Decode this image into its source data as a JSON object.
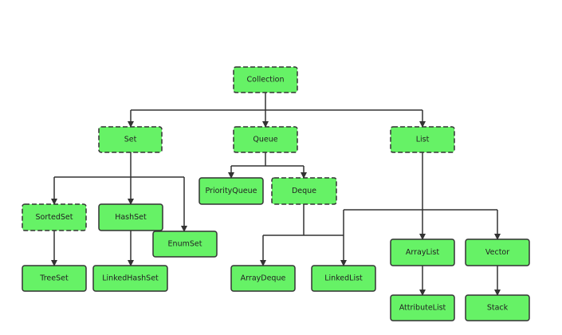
{
  "nodes": {
    "collection": "Collection",
    "set": "Set",
    "queue": "Queue",
    "list": "List",
    "sortedset": "SortedSet",
    "hashset": "HashSet",
    "enumset": "EnumSet",
    "priorityqueue": "PriorityQueue",
    "deque": "Deque",
    "treeset": "TreeSet",
    "linkedhashset": "LinkedHashSet",
    "arraydeque": "ArrayDeque",
    "linkedlist": "LinkedList",
    "arraylist": "ArrayList",
    "vector": "Vector",
    "attributelist": "AttributeList",
    "stack": "Stack"
  },
  "colors": {
    "node_fill": "#66f266",
    "stroke": "#333333"
  }
}
